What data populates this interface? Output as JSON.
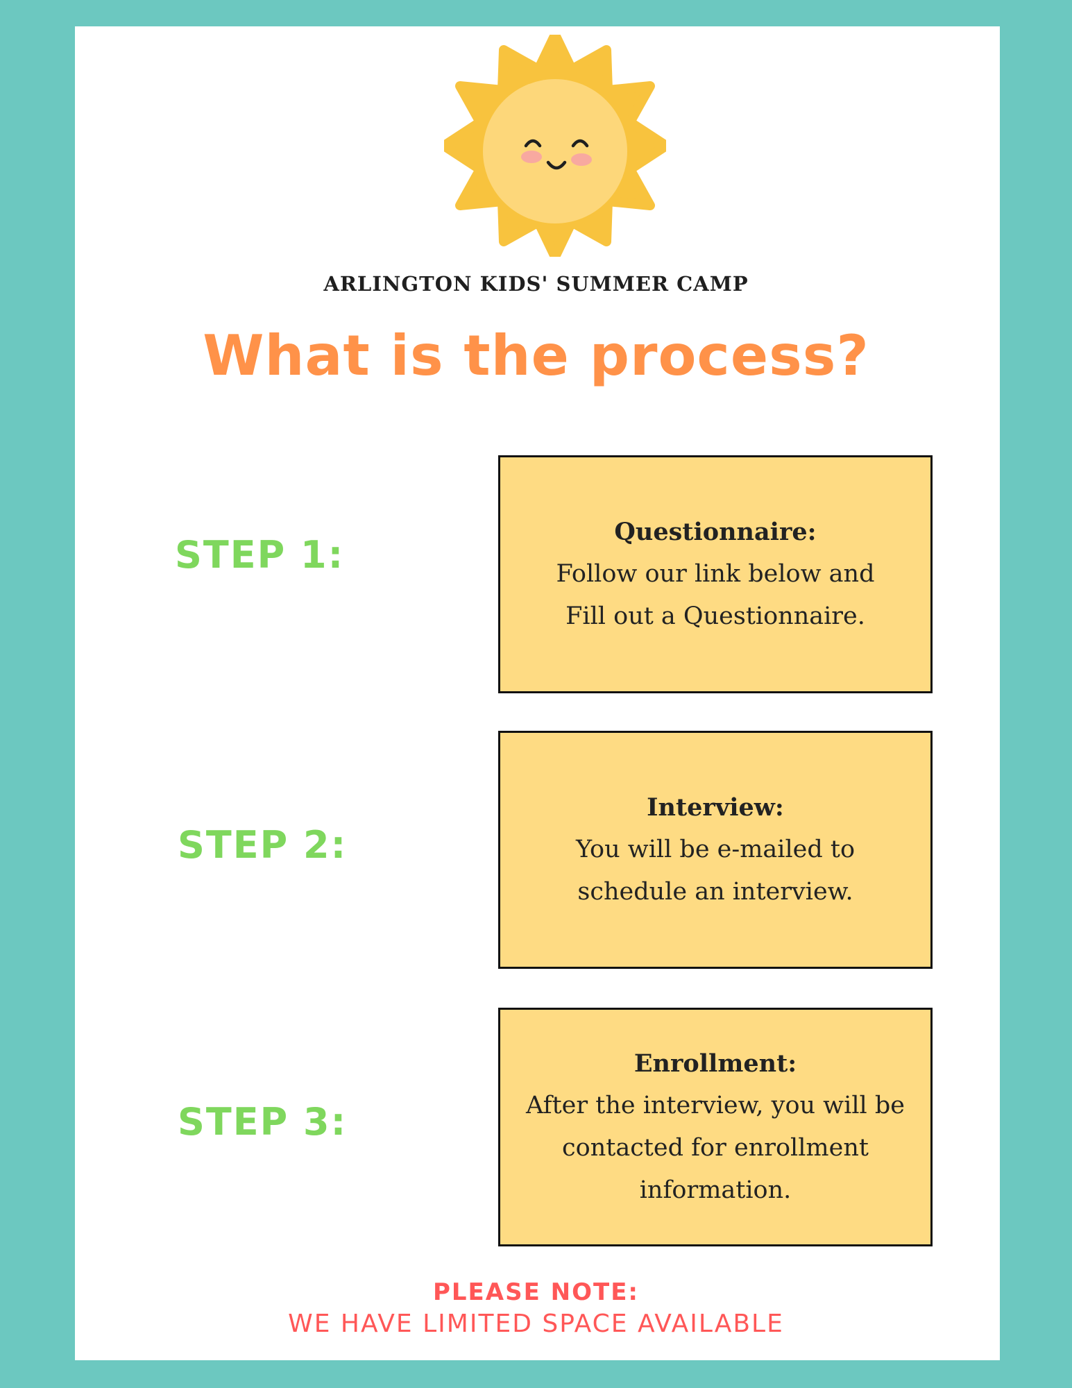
{
  "header": {
    "organization": "ARLINGTON KIDS' SUMMER CAMP",
    "headline": "What is the process?"
  },
  "steps": [
    {
      "label": "STEP 1:",
      "title": "Questionnaire:",
      "lines": [
        "Follow our link below and",
        "Fill out a Questionnaire."
      ]
    },
    {
      "label": "STEP 2:",
      "title": "Interview:",
      "lines": [
        "You will be e-mailed to",
        "schedule an interview."
      ]
    },
    {
      "label": "STEP 3:",
      "title": "Enrollment:",
      "lines": [
        "After the interview, you will be",
        "contacted for enrollment",
        "information."
      ]
    }
  ],
  "note": {
    "title": "PLEASE NOTE:",
    "text": "WE HAVE LIMITED SPACE AVAILABLE"
  },
  "colors": {
    "border": "#6cc8c0",
    "headline": "#ff9249",
    "step_label": "#7fd75d",
    "box_fill": "#fedb83",
    "note": "#ff5757",
    "sun_outer": "#f8c33e",
    "sun_face": "#fdd77a"
  },
  "icons": {
    "sun": "smiling-sun-icon"
  }
}
